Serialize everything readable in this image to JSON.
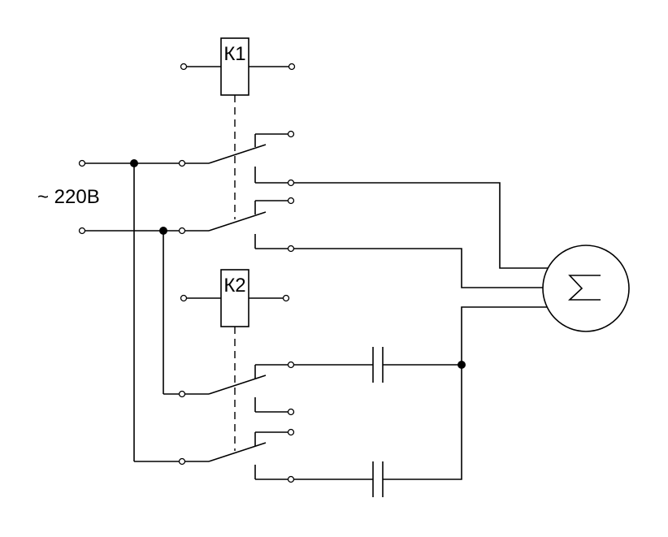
{
  "supply": {
    "label": "~ 220В"
  },
  "relays": [
    {
      "id": "k1",
      "label": "К1"
    },
    {
      "id": "k2",
      "label": "К2"
    }
  ],
  "motor": {
    "symbol": "Σ"
  }
}
